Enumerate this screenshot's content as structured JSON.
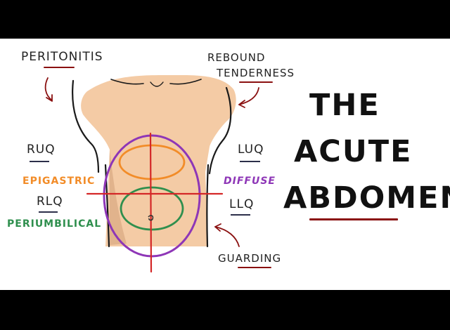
{
  "title": {
    "line1": "THE",
    "line2": "ACUTE",
    "line3": "ABDOMEN"
  },
  "labels": {
    "peritonitis": "PERITONITIS",
    "rebound_line1": "REBOUND",
    "rebound_line2": "TENDERNESS",
    "ruq": "RUQ",
    "luq": "LUQ",
    "rlq": "RLQ",
    "llq": "LLQ",
    "epigastric": "EPIGASTRIC",
    "periumbilical": "PERIUMBILICAL",
    "diffuse": "DIFFUSE",
    "guarding": "GUARDING"
  },
  "colors": {
    "background": "#ffffff",
    "letterbox": "#000000",
    "skin": "#f4cba5",
    "skin_shadow": "#d9a882",
    "outline": "#1a1a1a",
    "quadrant_lines": "#d42727",
    "epigastric": "#f28c28",
    "periumbilical": "#2f8f4e",
    "diffuse": "#8e36b7",
    "underline": "#8a1010",
    "arrow": "#8a1010"
  }
}
